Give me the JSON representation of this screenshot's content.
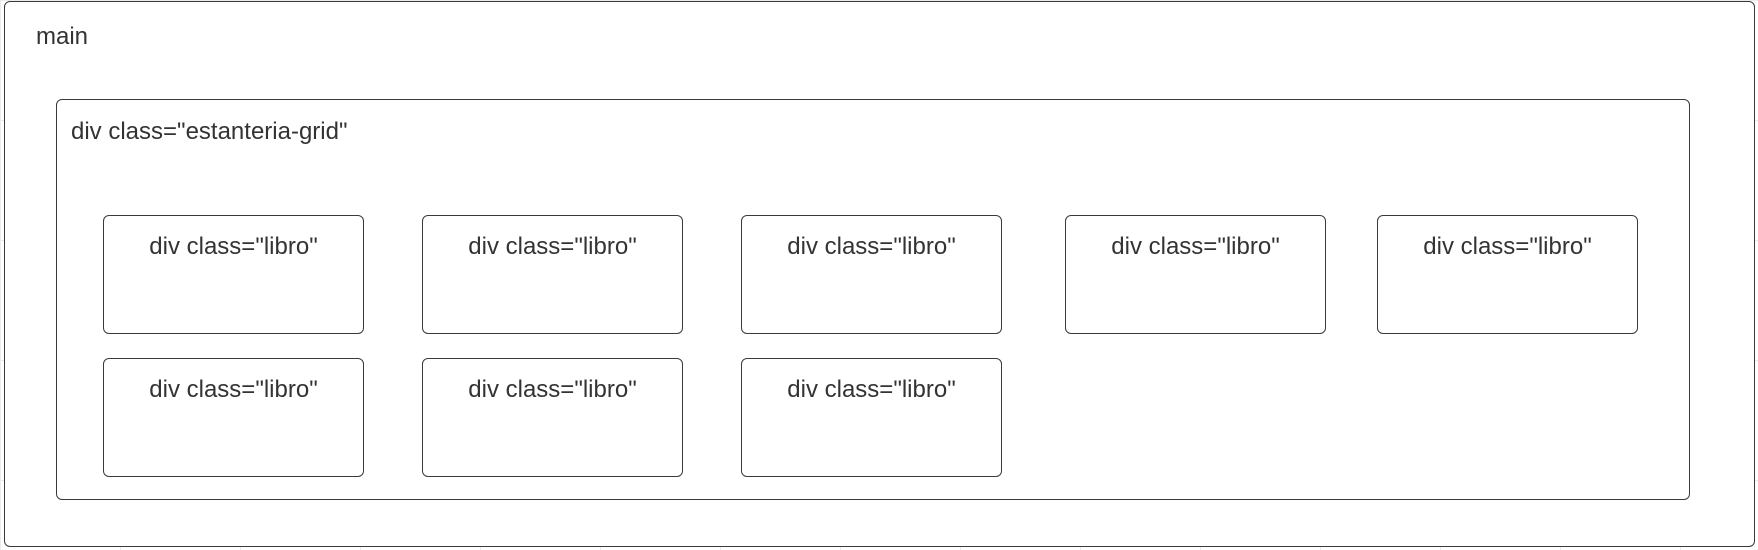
{
  "diagram": {
    "main": {
      "label": "main"
    },
    "grid": {
      "label": "div class=\"estanteria-grid\""
    },
    "libros": [
      {
        "label": "div class=\"libro\""
      },
      {
        "label": "div class=\"libro\""
      },
      {
        "label": "div class=\"libro\""
      },
      {
        "label": "div class=\"libro\""
      },
      {
        "label": "div class=\"libro\""
      },
      {
        "label": "div class=\"libro\""
      },
      {
        "label": "div class=\"libro\""
      },
      {
        "label": "div class=\"libro\""
      }
    ]
  }
}
